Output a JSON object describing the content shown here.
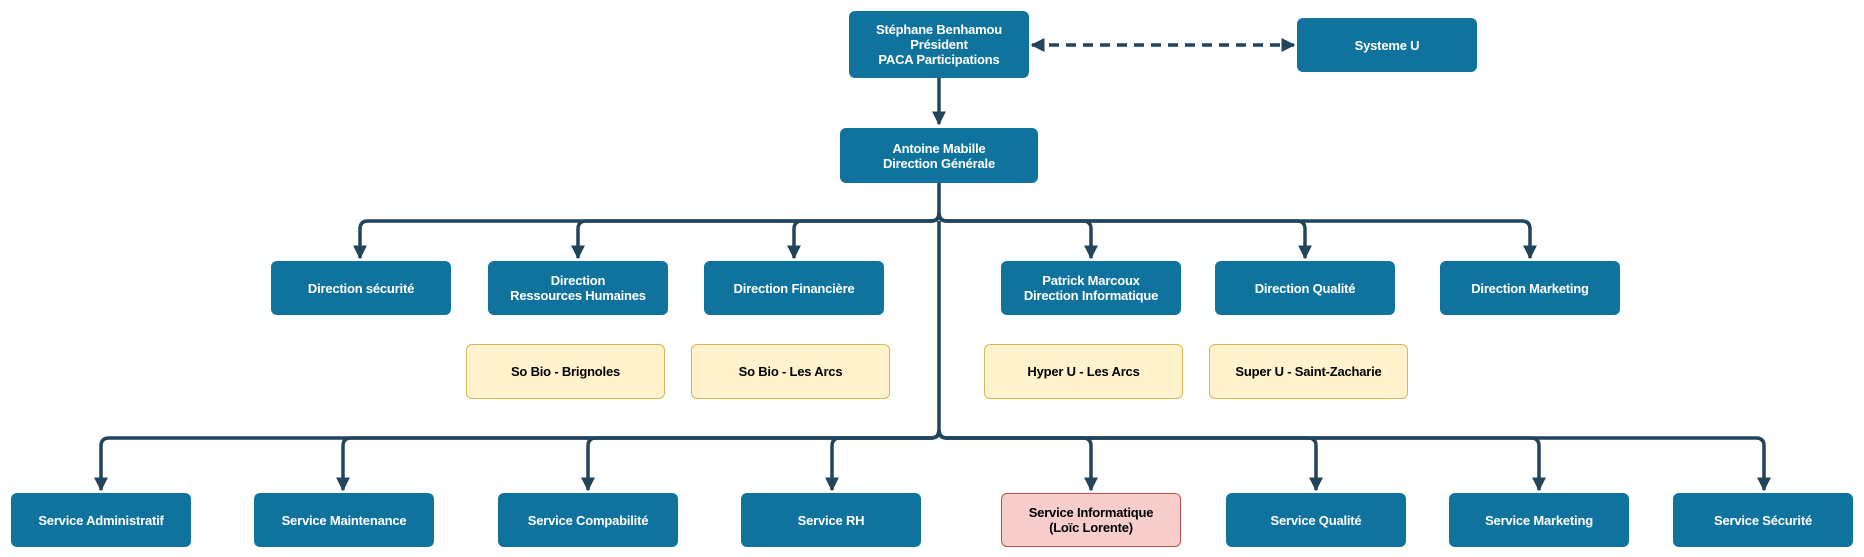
{
  "president": {
    "line1": "Stéphane Benhamou",
    "line2": "Président",
    "line3": "PACA Participations"
  },
  "partner": {
    "label": "Systeme U"
  },
  "general_direction": {
    "line1": "Antoine Mabille",
    "line2": "Direction Générale"
  },
  "directions": {
    "securite": {
      "label": "Direction sécurité"
    },
    "rh": {
      "line1": "Direction",
      "line2": "Ressources Humaines"
    },
    "financiere": {
      "label": "Direction Financière"
    },
    "informatique": {
      "line1": "Patrick Marcoux",
      "line2": "Direction Informatique"
    },
    "qualite": {
      "label": "Direction Qualité"
    },
    "marketing": {
      "label": "Direction Marketing"
    }
  },
  "stores": [
    {
      "label": "So Bio - Brignoles"
    },
    {
      "label": "So Bio - Les Arcs"
    },
    {
      "label": "Hyper U - Les Arcs"
    },
    {
      "label": "Super U - Saint-Zacharie"
    }
  ],
  "services": {
    "administratif": {
      "label": "Service Administratif"
    },
    "maintenance": {
      "label": "Service Maintenance"
    },
    "comptabilite": {
      "label": "Service Compabilité"
    },
    "rh": {
      "label": "Service RH"
    },
    "informatique": {
      "line1": "Service Informatique",
      "line2": "(Loïc Lorente)"
    },
    "qualite": {
      "label": "Service Qualité"
    },
    "marketing": {
      "label": "Service Marketing"
    },
    "securite": {
      "label": "Service Sécurité"
    }
  },
  "colors": {
    "primary_node": "#10739e",
    "store_fill": "#fff2cc",
    "store_border": "#d6b656",
    "highlight_fill": "#f8cecc",
    "highlight_border": "#b85450",
    "connector": "#23445d"
  }
}
